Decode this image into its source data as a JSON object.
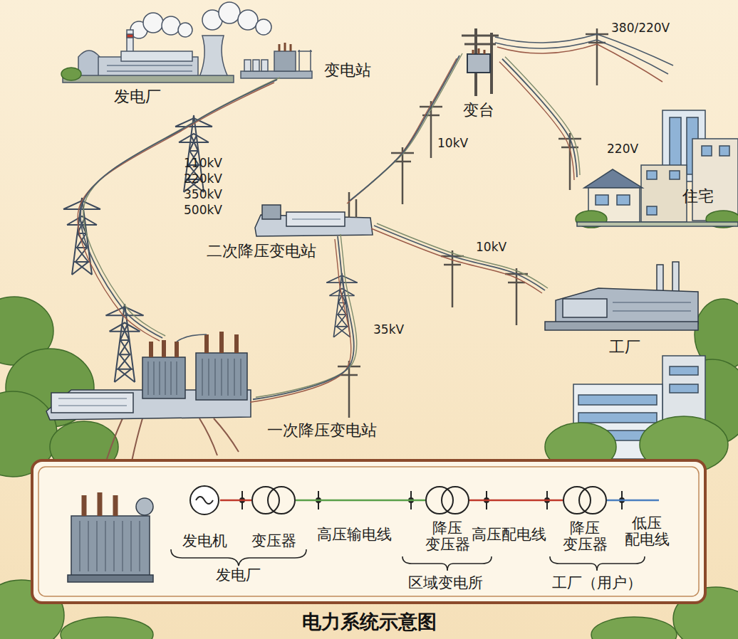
{
  "diagram": {
    "title": "电力系统示意图",
    "nodes": [
      {
        "text": [
          "发电厂"
        ]
      },
      {
        "text": [
          "变电站"
        ]
      },
      {
        "text": [
          "一次降压变电站"
        ]
      },
      {
        "text": [
          "二次降压变电站"
        ]
      },
      {
        "text": [
          "变台"
        ]
      },
      {
        "text": [
          "住宅"
        ]
      },
      {
        "text": [
          "工厂"
        ]
      },
      {
        "text": [
          "发电机"
        ]
      },
      {
        "text": [
          "变压器"
        ]
      },
      {
        "text": [
          "降压 变压器"
        ]
      },
      {
        "text": [
          "降压 变压器"
        ]
      }
    ],
    "edges": [
      {
        "from": 1,
        "to": 2,
        "label": "110kV 220kV 350kV 500kV",
        "arrow": "none"
      },
      {
        "from": 2,
        "to": 3,
        "label": "35kV",
        "arrow": "none"
      },
      {
        "from": 3,
        "to": 4,
        "label": "10kV",
        "arrow": "none"
      },
      {
        "from": 3,
        "to": 6,
        "label": "10kV",
        "arrow": "none"
      },
      {
        "from": 4,
        "to": 5,
        "label": "220V",
        "arrow": "none"
      },
      {
        "from": 7,
        "to": 8,
        "arrow": "none"
      },
      {
        "from": 8,
        "to": 9,
        "label": "高压输电线",
        "arrow": "none"
      },
      {
        "from": 9,
        "to": 10,
        "label": "高压配电线",
        "arrow": "none"
      }
    ],
    "labels": [
      "380/220V",
      "低压 配电线",
      "发电厂",
      "区域变电所",
      "工厂（用户）"
    ]
  }
}
